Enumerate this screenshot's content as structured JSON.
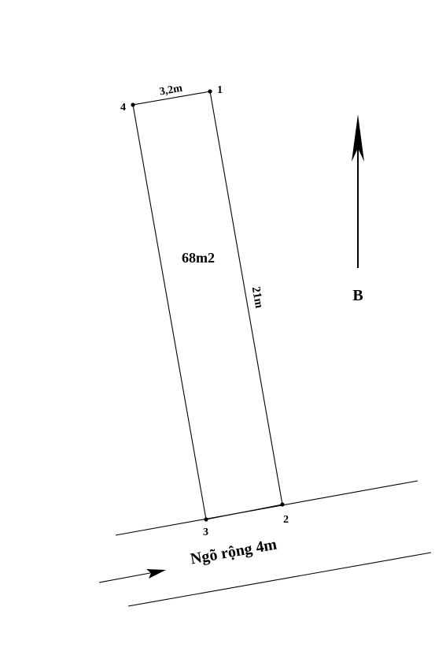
{
  "plot": {
    "area": "68m2",
    "width_label": "3,2m",
    "length_label": "21m",
    "vertices": [
      "1",
      "2",
      "3",
      "4"
    ]
  },
  "north": {
    "label": "B"
  },
  "road": {
    "label": "Ngõ rộng 4m"
  },
  "colors": {
    "ink": "#000000",
    "background": "#ffffff"
  }
}
